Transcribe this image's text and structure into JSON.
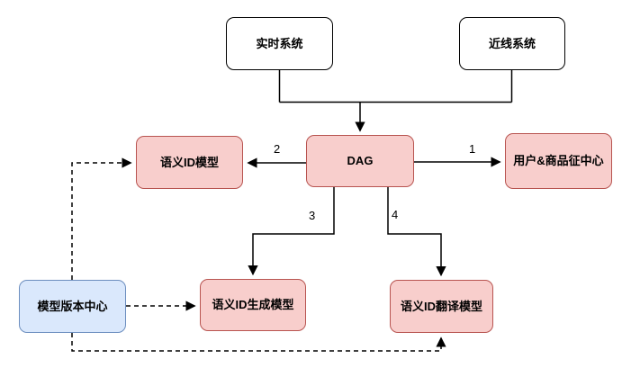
{
  "diagram": {
    "title": "",
    "colors": {
      "background": "#ffffff",
      "pink_fill": "#f8cecc",
      "pink_border": "#b85450",
      "blue_fill": "#dae8fc",
      "blue_border": "#6c8ebf",
      "white_fill": "#ffffff",
      "line_color": "#000000"
    },
    "nodes": {
      "realtime_system": {
        "label": "实时系统",
        "style": "white"
      },
      "nearline_system": {
        "label": "近线系统",
        "style": "white"
      },
      "dag": {
        "label": "DAG",
        "style": "pink"
      },
      "semantic_id_model": {
        "label": "语义ID模型",
        "style": "pink"
      },
      "user_product_feature_center": {
        "label": "用户&商品征中心",
        "style": "pink"
      },
      "semantic_id_generation_model": {
        "label": "语义ID生成模型",
        "style": "pink"
      },
      "semantic_id_translation_model": {
        "label": "语义ID翻译模型",
        "style": "pink"
      },
      "model_version_center": {
        "label": "模型版本中心",
        "style": "blue"
      }
    },
    "edges": [
      {
        "from": "realtime_system",
        "to": "dag",
        "label": "",
        "style": "solid"
      },
      {
        "from": "nearline_system",
        "to": "dag",
        "label": "",
        "style": "solid"
      },
      {
        "from": "dag",
        "to": "user_product_feature_center",
        "label": "1",
        "style": "solid"
      },
      {
        "from": "dag",
        "to": "semantic_id_model",
        "label": "2",
        "style": "solid"
      },
      {
        "from": "dag",
        "to": "semantic_id_generation_model",
        "label": "3",
        "style": "solid"
      },
      {
        "from": "dag",
        "to": "semantic_id_translation_model",
        "label": "4",
        "style": "solid"
      },
      {
        "from": "model_version_center",
        "to": "semantic_id_model",
        "label": "",
        "style": "dashed"
      },
      {
        "from": "model_version_center",
        "to": "semantic_id_generation_model",
        "label": "",
        "style": "dashed"
      },
      {
        "from": "model_version_center",
        "to": "semantic_id_translation_model",
        "label": "",
        "style": "dashed"
      }
    ]
  }
}
